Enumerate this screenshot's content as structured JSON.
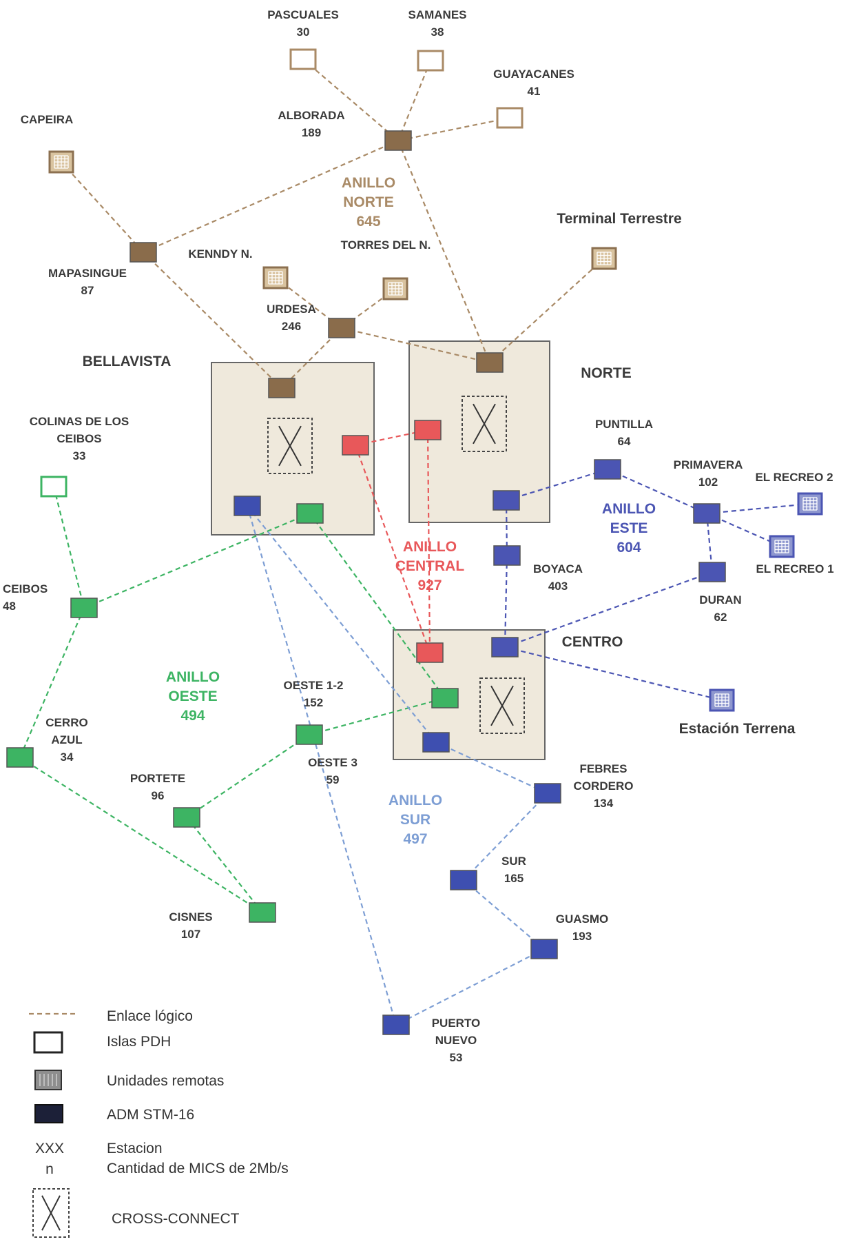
{
  "colors": {
    "norte": "#a98a66",
    "central": "#e8585a",
    "este": "#4b55b3",
    "oeste": "#3db463",
    "sur": "#7d9ed4",
    "sur_node": "#3e4fb0",
    "hub_fill": "#efe9dc",
    "hub_border": "#666666",
    "remote_fill": "#d9c39f",
    "remote_border": "#8c7050"
  },
  "hubs": [
    {
      "id": "bellavista",
      "name": "BELLAVISTA"
    },
    {
      "id": "norte",
      "name": "NORTE"
    },
    {
      "id": "centro",
      "name": "CENTRO"
    }
  ],
  "rings": [
    {
      "id": "norte",
      "lines": [
        "ANILLO",
        "NORTE",
        "645"
      ]
    },
    {
      "id": "central",
      "lines": [
        "ANILLO",
        "CENTRAL",
        "927"
      ]
    },
    {
      "id": "este",
      "lines": [
        "ANILLO",
        "ESTE",
        "604"
      ]
    },
    {
      "id": "oeste",
      "lines": [
        "ANILLO",
        "OESTE",
        "494"
      ]
    },
    {
      "id": "sur",
      "lines": [
        "ANILLO",
        "SUR",
        "497"
      ]
    }
  ],
  "nodes": [
    {
      "id": "pascuales",
      "lines": [
        "PASCUALES",
        "30"
      ],
      "type": "pdh"
    },
    {
      "id": "samanes",
      "lines": [
        "SAMANES",
        "38"
      ],
      "type": "pdh"
    },
    {
      "id": "guayacanes",
      "lines": [
        "GUAYACANES",
        "41"
      ],
      "type": "pdh"
    },
    {
      "id": "capeira",
      "lines": [
        "CAPEIRA"
      ],
      "type": "remote"
    },
    {
      "id": "alborada",
      "lines": [
        "ALBORADA",
        "189"
      ],
      "type": "adm"
    },
    {
      "id": "mapasingue",
      "lines": [
        "MAPASINGUE",
        "87"
      ],
      "type": "adm"
    },
    {
      "id": "kenndy",
      "lines": [
        "KENNDY N."
      ],
      "type": "remote"
    },
    {
      "id": "torres",
      "lines": [
        "TORRES DEL N."
      ],
      "type": "remote"
    },
    {
      "id": "urdesa",
      "lines": [
        "URDESA",
        "246"
      ],
      "type": "adm"
    },
    {
      "id": "terminal",
      "lines": [
        "Terminal Terrestre"
      ],
      "type": "remote"
    },
    {
      "id": "colinas",
      "lines": [
        "COLINAS DE LOS",
        "CEIBOS",
        "33"
      ],
      "type": "pdh"
    },
    {
      "id": "ceibos",
      "lines": [
        "CEIBOS",
        "48"
      ],
      "type": "adm"
    },
    {
      "id": "cerroazul",
      "lines": [
        "CERRO",
        "AZUL",
        "34"
      ],
      "type": "adm"
    },
    {
      "id": "portete",
      "lines": [
        "PORTETE",
        "96"
      ],
      "type": "adm"
    },
    {
      "id": "cisnes",
      "lines": [
        "CISNES",
        "107"
      ],
      "type": "adm"
    },
    {
      "id": "oeste12",
      "lines": [
        "OESTE 1-2",
        "152"
      ],
      "type": "adm"
    },
    {
      "id": "oeste3",
      "lines": [
        "OESTE 3",
        "59"
      ],
      "type": "adm"
    },
    {
      "id": "puntilla",
      "lines": [
        "PUNTILLA",
        "64"
      ],
      "type": "adm"
    },
    {
      "id": "primavera",
      "lines": [
        "PRIMAVERA",
        "102"
      ],
      "type": "adm"
    },
    {
      "id": "recreo2",
      "lines": [
        "EL RECREO 2"
      ],
      "type": "remote"
    },
    {
      "id": "recreo1",
      "lines": [
        "EL RECREO 1"
      ],
      "type": "remote"
    },
    {
      "id": "duran",
      "lines": [
        "DURAN",
        "62"
      ],
      "type": "adm"
    },
    {
      "id": "boyaca",
      "lines": [
        "BOYACA",
        "403"
      ],
      "type": "adm"
    },
    {
      "id": "terrena",
      "lines": [
        "Estación Terrena"
      ],
      "type": "remote"
    },
    {
      "id": "febres",
      "lines": [
        "FEBRES",
        "CORDERO",
        "134"
      ],
      "type": "adm"
    },
    {
      "id": "sur",
      "lines": [
        "SUR",
        "165"
      ],
      "type": "adm"
    },
    {
      "id": "guasmo",
      "lines": [
        "GUASMO",
        "193"
      ],
      "type": "adm"
    },
    {
      "id": "puertonuevo",
      "lines": [
        "PUERTO",
        "NUEVO",
        "53"
      ],
      "type": "adm"
    }
  ],
  "legend": {
    "enlace": "Enlace lógico",
    "islas": "Islas PDH",
    "unidades": "Unidades remotas",
    "adm": "ADM STM-16",
    "xxx": "XXX",
    "n": "n",
    "estacion": "Estacion",
    "cantidad": "Cantidad de MICS de 2Mb/s",
    "cross": "CROSS-CONNECT"
  }
}
